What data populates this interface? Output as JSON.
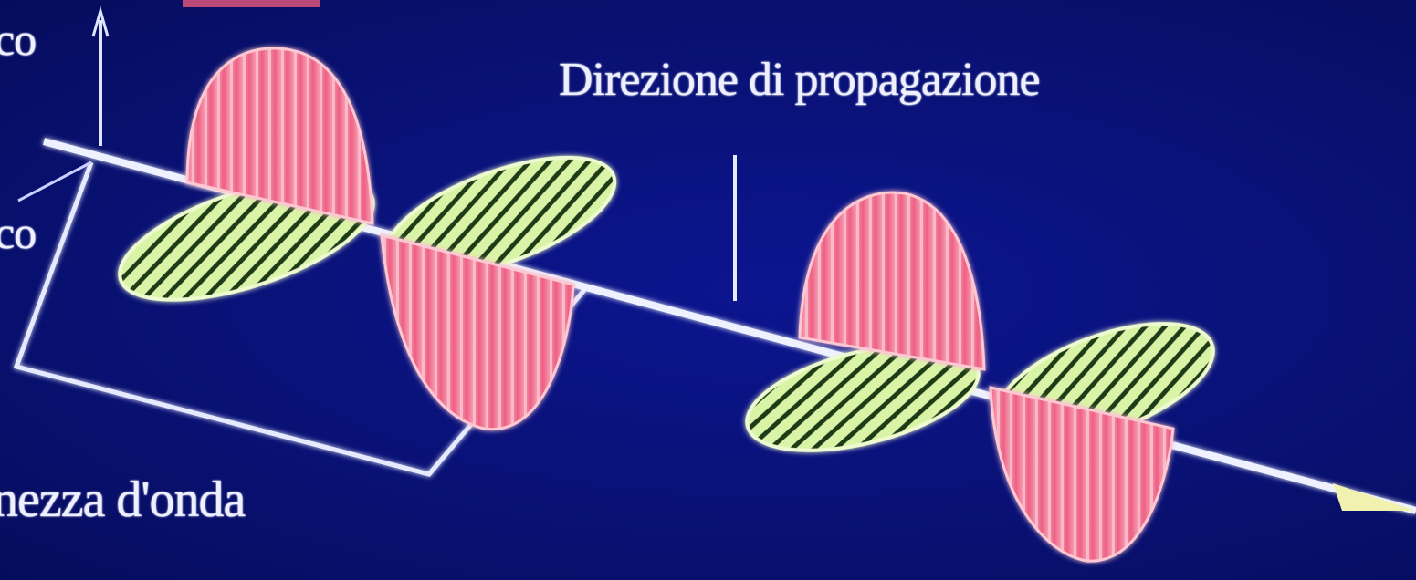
{
  "labels": {
    "electric_field": "co",
    "magnetic_field": "co",
    "wavelength": "nezza d'onda",
    "propagation_direction": "Direzione di propagazione"
  },
  "colors": {
    "background": "#0a1078",
    "electric_wave": "#f06c8c",
    "magnetic_wave": "#c8f08c",
    "axis": "#e8ecff"
  }
}
